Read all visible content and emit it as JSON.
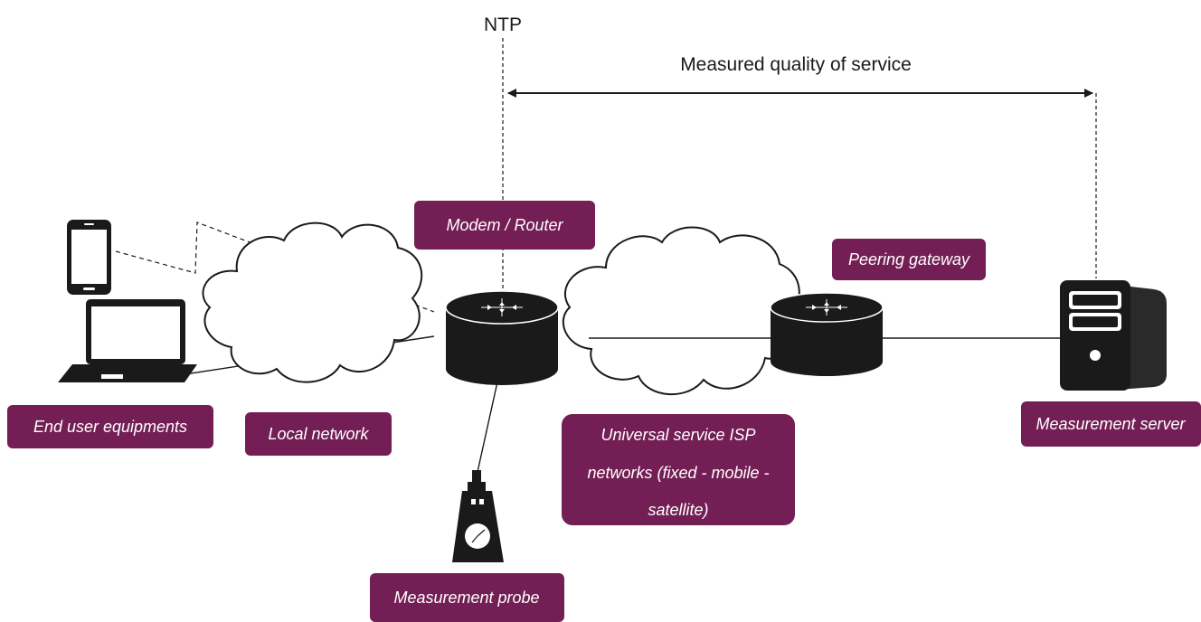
{
  "diagram": {
    "ntp_label": "NTP",
    "qos_label": "Measured quality of service",
    "tags": {
      "modem_router": "Modem / Router",
      "peering_gateway": "Peering gateway",
      "end_user_equipments": "End user equipments",
      "local_network": "Local network",
      "isp_networks": [
        "Universal service ISP",
        "networks (fixed - mobile -",
        "satellite)"
      ],
      "measurement_server": "Measurement server",
      "measurement_probe": "Measurement probe"
    }
  },
  "colors": {
    "tag_background": "#731f55",
    "tag_text": "#ffffff",
    "device": "#1a1a1a",
    "line": "#1a1a1a",
    "background": "#ffffff"
  },
  "icons": [
    "smartphone-icon",
    "laptop-icon",
    "cloud-icon",
    "router-icon",
    "server-icon",
    "probe-icon"
  ]
}
